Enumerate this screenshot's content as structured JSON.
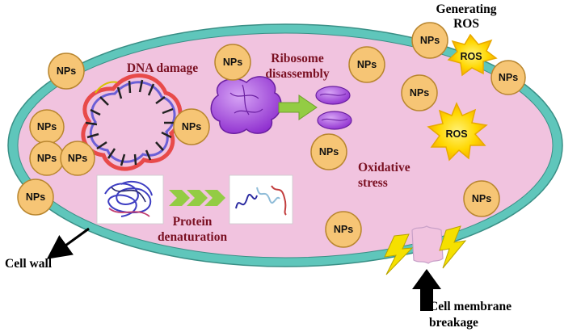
{
  "nanoparticle_label": "NPs",
  "ros_label": "ROS",
  "labels": {
    "dna_damage": "DNA damage",
    "ribosome_line1": "Ribosome",
    "ribosome_line2": "disassembly",
    "generating_line1": "Generating",
    "generating_line2": "ROS",
    "oxidative_line1": "Oxidative",
    "oxidative_line2": "stress",
    "protein_line1": "Protein",
    "protein_line2": "denaturation",
    "cell_wall": "Cell wall",
    "membrane_line1": "Cell membrane",
    "membrane_line2": "breakage"
  },
  "colors": {
    "cell_wall": "#5fc6bb",
    "cytoplasm": "#f1c3df",
    "nanoparticle": "#f6c575",
    "nanoparticle_outline": "#b9862f",
    "ros_star": "#ffd400",
    "ros_outline": "#e8a900",
    "ribosome": "#a84ce0",
    "arrow_green": "#93cc44",
    "label_dark_red": "#7a1022",
    "lightning": "#f5e000"
  }
}
